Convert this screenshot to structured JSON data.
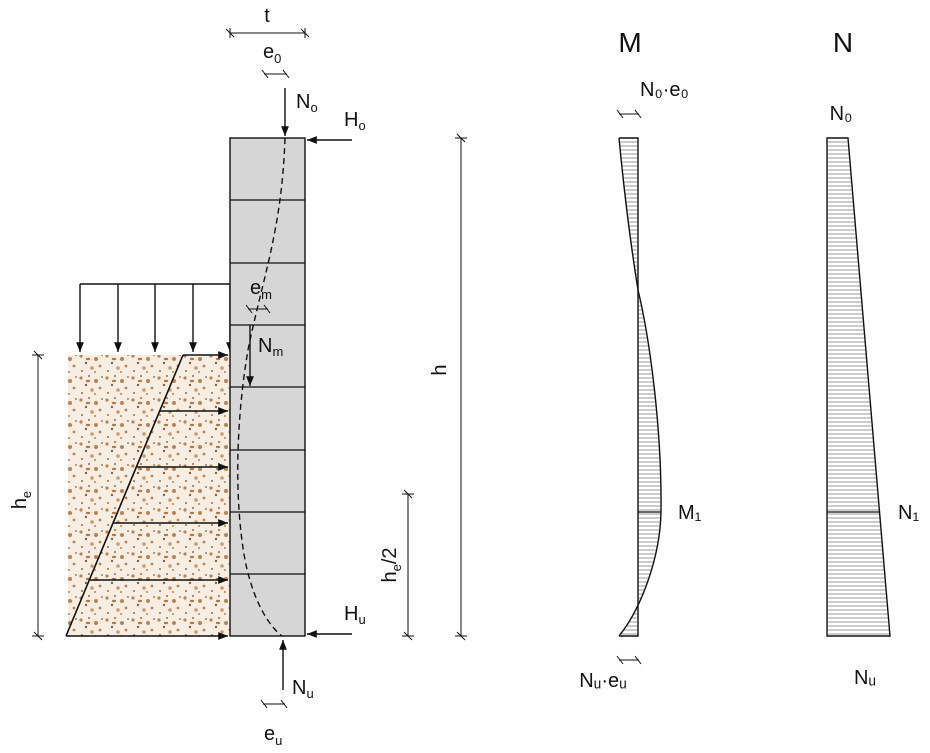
{
  "wall": {
    "thickness_label": "t",
    "eccentricity_top_label": "e",
    "eccentricity_top_sub": "0",
    "load_top_label": "N",
    "load_top_sub": "o",
    "horizontal_top_label": "H",
    "horizontal_top_sub": "o",
    "eccentricity_mid_label": "e",
    "eccentricity_mid_sub": "m",
    "load_mid_label": "N",
    "load_mid_sub": "m",
    "horizontal_bottom_label": "H",
    "horizontal_bottom_sub": "u",
    "load_bottom_label": "N",
    "load_bottom_sub": "u",
    "eccentricity_bottom_label": "e",
    "eccentricity_bottom_sub": "u",
    "earth_height_label": "h",
    "earth_height_sub": "e",
    "half_height_label": "h",
    "half_height_sub": "e",
    "half_height_suffix": "/2",
    "wall_height_label": "h"
  },
  "moment_diagram": {
    "title": "M",
    "top_value_label": "N₀·e₀",
    "mid_value_label": "M₁",
    "bottom_value_label": "Nᵤ·eᵤ"
  },
  "normal_force_diagram": {
    "title": "N",
    "top_value_label": "N₀",
    "mid_value_label": "N₁",
    "bottom_value_label": "Nᵤ"
  },
  "colors": {
    "wall_fill": "#d6d6d6",
    "soil_fill": "#f6eee2",
    "soil_grain": "#b98452",
    "line": "#111111"
  }
}
